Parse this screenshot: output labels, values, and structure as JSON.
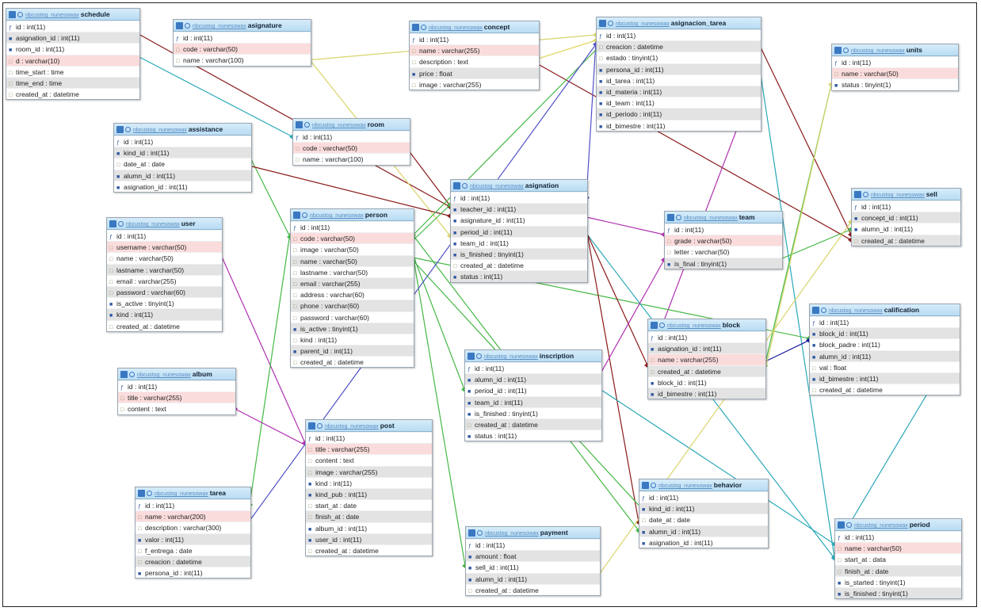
{
  "db_prefix": "nbcustog_nunesowax",
  "tables": [
    {
      "id": "schedule",
      "name": "schedule",
      "fields": [
        {
          "t": "id : int(11)",
          "k": "key",
          "s": 0
        },
        {
          "t": "asignation_id : int(11)",
          "k": "idx",
          "s": 1
        },
        {
          "t": "room_id : int(11)",
          "k": "idx",
          "s": 0
        },
        {
          "t": "d : varchar(10)",
          "k": "",
          "s": 2
        },
        {
          "t": "time_start : time",
          "k": "",
          "s": 0
        },
        {
          "t": "time_end : time",
          "k": "",
          "s": 1
        },
        {
          "t": "created_at : datetime",
          "k": "",
          "s": 0
        }
      ]
    },
    {
      "id": "asignature",
      "name": "asignature",
      "fields": [
        {
          "t": "id : int(11)",
          "k": "key",
          "s": 0
        },
        {
          "t": "code : varchar(50)",
          "k": "",
          "s": 2
        },
        {
          "t": "name : varchar(100)",
          "k": "",
          "s": 0
        }
      ]
    },
    {
      "id": "concept",
      "name": "concept",
      "fields": [
        {
          "t": "id : int(11)",
          "k": "key",
          "s": 0
        },
        {
          "t": "name : varchar(255)",
          "k": "",
          "s": 2
        },
        {
          "t": "description : text",
          "k": "",
          "s": 0
        },
        {
          "t": "price : float",
          "k": "idx",
          "s": 1
        },
        {
          "t": "image : varchar(255)",
          "k": "",
          "s": 0
        }
      ]
    },
    {
      "id": "asignacion_tarea",
      "name": "asignacion_tarea",
      "fields": [
        {
          "t": "id : int(11)",
          "k": "key",
          "s": 0
        },
        {
          "t": "creacion : datetime",
          "k": "",
          "s": 1
        },
        {
          "t": "estado : tinyint(1)",
          "k": "",
          "s": 0
        },
        {
          "t": "persona_id : int(11)",
          "k": "idx",
          "s": 1
        },
        {
          "t": "id_tarea : int(11)",
          "k": "idx",
          "s": 0
        },
        {
          "t": "id_materia : int(11)",
          "k": "idx",
          "s": 1
        },
        {
          "t": "id_team : int(11)",
          "k": "idx",
          "s": 0
        },
        {
          "t": "id_periodo : int(11)",
          "k": "idx",
          "s": 1
        },
        {
          "t": "id_bimestre : int(11)",
          "k": "idx",
          "s": 0
        }
      ]
    },
    {
      "id": "units",
      "name": "units",
      "fields": [
        {
          "t": "id : int(11)",
          "k": "key",
          "s": 0
        },
        {
          "t": "name : varchar(50)",
          "k": "",
          "s": 2
        },
        {
          "t": "status : tinyint(1)",
          "k": "idx",
          "s": 0
        }
      ]
    },
    {
      "id": "assistance",
      "name": "assistance",
      "fields": [
        {
          "t": "id : int(11)",
          "k": "key",
          "s": 0
        },
        {
          "t": "kind_id : int(11)",
          "k": "idx",
          "s": 1
        },
        {
          "t": "date_at : date",
          "k": "",
          "s": 0
        },
        {
          "t": "alumn_id : int(11)",
          "k": "idx",
          "s": 1
        },
        {
          "t": "asignation_id : int(11)",
          "k": "idx",
          "s": 0
        }
      ]
    },
    {
      "id": "room",
      "name": "room",
      "fields": [
        {
          "t": "id : int(11)",
          "k": "key",
          "s": 0
        },
        {
          "t": "code : varchar(50)",
          "k": "",
          "s": 2
        },
        {
          "t": "name : varchar(100)",
          "k": "",
          "s": 0
        }
      ]
    },
    {
      "id": "asignation",
      "name": "asignation",
      "fields": [
        {
          "t": "id : int(11)",
          "k": "key",
          "s": 0
        },
        {
          "t": "teacher_id : int(11)",
          "k": "idx",
          "s": 1
        },
        {
          "t": "asignature_id : int(11)",
          "k": "idx",
          "s": 0
        },
        {
          "t": "period_id : int(11)",
          "k": "idx",
          "s": 1
        },
        {
          "t": "team_id : int(11)",
          "k": "idx",
          "s": 0
        },
        {
          "t": "is_finished : tinyint(1)",
          "k": "idx",
          "s": 1
        },
        {
          "t": "created_at : datetime",
          "k": "",
          "s": 0
        },
        {
          "t": "status : int(11)",
          "k": "idx",
          "s": 1
        }
      ]
    },
    {
      "id": "sell",
      "name": "sell",
      "fields": [
        {
          "t": "id : int(11)",
          "k": "key",
          "s": 0
        },
        {
          "t": "concept_id : int(11)",
          "k": "idx",
          "s": 1
        },
        {
          "t": "alumn_id : int(11)",
          "k": "idx",
          "s": 0
        },
        {
          "t": "created_at : datetime",
          "k": "",
          "s": 1
        }
      ]
    },
    {
      "id": "user",
      "name": "user",
      "fields": [
        {
          "t": "id : int(11)",
          "k": "key",
          "s": 0
        },
        {
          "t": "username : varchar(50)",
          "k": "",
          "s": 2
        },
        {
          "t": "name : varchar(50)",
          "k": "",
          "s": 0
        },
        {
          "t": "lastname : varchar(50)",
          "k": "",
          "s": 1
        },
        {
          "t": "email : varchar(255)",
          "k": "",
          "s": 0
        },
        {
          "t": "password : varchar(60)",
          "k": "",
          "s": 1
        },
        {
          "t": "is_active : tinyint(1)",
          "k": "idx",
          "s": 0
        },
        {
          "t": "kind : int(11)",
          "k": "idx",
          "s": 1
        },
        {
          "t": "created_at : datetime",
          "k": "",
          "s": 0
        }
      ]
    },
    {
      "id": "person",
      "name": "person",
      "fields": [
        {
          "t": "id : int(11)",
          "k": "key",
          "s": 0
        },
        {
          "t": "code : varchar(50)",
          "k": "",
          "s": 2
        },
        {
          "t": "image : varchar(50)",
          "k": "",
          "s": 0
        },
        {
          "t": "name : varchar(50)",
          "k": "",
          "s": 1
        },
        {
          "t": "lastname : varchar(50)",
          "k": "",
          "s": 0
        },
        {
          "t": "email : varchar(255)",
          "k": "",
          "s": 1
        },
        {
          "t": "address : varchar(60)",
          "k": "",
          "s": 0
        },
        {
          "t": "phone : varchar(60)",
          "k": "",
          "s": 1
        },
        {
          "t": "password : varchar(60)",
          "k": "",
          "s": 0
        },
        {
          "t": "is_active : tinyint(1)",
          "k": "idx",
          "s": 1
        },
        {
          "t": "kind : int(11)",
          "k": "",
          "s": 0
        },
        {
          "t": "parent_id : int(11)",
          "k": "idx",
          "s": 1
        },
        {
          "t": "created_at : datetime",
          "k": "",
          "s": 0
        }
      ]
    },
    {
      "id": "team",
      "name": "team",
      "fields": [
        {
          "t": "id : int(11)",
          "k": "key",
          "s": 0
        },
        {
          "t": "grade : varchar(50)",
          "k": "",
          "s": 2
        },
        {
          "t": "letter : varchar(50)",
          "k": "",
          "s": 0
        },
        {
          "t": "is_final : tinyint(1)",
          "k": "idx",
          "s": 1
        }
      ]
    },
    {
      "id": "calification",
      "name": "calification",
      "fields": [
        {
          "t": "id : int(11)",
          "k": "key",
          "s": 0
        },
        {
          "t": "block_id : int(11)",
          "k": "idx",
          "s": 1
        },
        {
          "t": "block_padre : int(11)",
          "k": "idx",
          "s": 0
        },
        {
          "t": "alumn_id : int(11)",
          "k": "idx",
          "s": 1
        },
        {
          "t": "val : float",
          "k": "",
          "s": 0
        },
        {
          "t": "id_bimestre : int(11)",
          "k": "idx",
          "s": 1
        },
        {
          "t": "created_at : datetime",
          "k": "",
          "s": 0
        }
      ]
    },
    {
      "id": "album",
      "name": "album",
      "fields": [
        {
          "t": "id : int(11)",
          "k": "key",
          "s": 0
        },
        {
          "t": "title : varchar(255)",
          "k": "",
          "s": 2
        },
        {
          "t": "content : text",
          "k": "",
          "s": 0
        }
      ]
    },
    {
      "id": "inscription",
      "name": "inscription",
      "fields": [
        {
          "t": "id : int(11)",
          "k": "key",
          "s": 0
        },
        {
          "t": "alumn_id : int(11)",
          "k": "idx",
          "s": 1
        },
        {
          "t": "period_id : int(11)",
          "k": "idx",
          "s": 0
        },
        {
          "t": "team_id : int(11)",
          "k": "idx",
          "s": 1
        },
        {
          "t": "is_finished : tinyint(1)",
          "k": "idx",
          "s": 0
        },
        {
          "t": "created_at : datetime",
          "k": "",
          "s": 1
        },
        {
          "t": "status : int(11)",
          "k": "idx",
          "s": 0
        }
      ]
    },
    {
      "id": "block",
      "name": "block",
      "fields": [
        {
          "t": "id : int(11)",
          "k": "key",
          "s": 0
        },
        {
          "t": "asignation_id : int(11)",
          "k": "idx",
          "s": 1
        },
        {
          "t": "name : varchar(255)",
          "k": "",
          "s": 2
        },
        {
          "t": "created_at : datetime",
          "k": "",
          "s": 1
        },
        {
          "t": "block_id : int(11)",
          "k": "idx",
          "s": 0
        },
        {
          "t": "id_bimestre : int(11)",
          "k": "idx",
          "s": 1
        }
      ]
    },
    {
      "id": "post",
      "name": "post",
      "fields": [
        {
          "t": "id : int(11)",
          "k": "key",
          "s": 0
        },
        {
          "t": "title : varchar(255)",
          "k": "",
          "s": 2
        },
        {
          "t": "content : text",
          "k": "",
          "s": 0
        },
        {
          "t": "image : varchar(255)",
          "k": "",
          "s": 1
        },
        {
          "t": "kind : int(11)",
          "k": "idx",
          "s": 0
        },
        {
          "t": "kind_pub : int(11)",
          "k": "idx",
          "s": 1
        },
        {
          "t": "start_at : date",
          "k": "",
          "s": 0
        },
        {
          "t": "finish_at : date",
          "k": "",
          "s": 1
        },
        {
          "t": "album_id : int(11)",
          "k": "idx",
          "s": 0
        },
        {
          "t": "user_id : int(11)",
          "k": "idx",
          "s": 1
        },
        {
          "t": "created_at : datetime",
          "k": "",
          "s": 0
        }
      ]
    },
    {
      "id": "tarea",
      "name": "tarea",
      "fields": [
        {
          "t": "id : int(11)",
          "k": "key",
          "s": 0
        },
        {
          "t": "name : varchar(200)",
          "k": "",
          "s": 2
        },
        {
          "t": "description : varchar(300)",
          "k": "",
          "s": 0
        },
        {
          "t": "valor : int(11)",
          "k": "idx",
          "s": 1
        },
        {
          "t": "f_entrega : date",
          "k": "",
          "s": 0
        },
        {
          "t": "creacion : datetime",
          "k": "",
          "s": 1
        },
        {
          "t": "persona_id : int(11)",
          "k": "idx",
          "s": 0
        }
      ]
    },
    {
      "id": "behavior",
      "name": "behavior",
      "fields": [
        {
          "t": "id : int(11)",
          "k": "key",
          "s": 0
        },
        {
          "t": "kind_id : int(11)",
          "k": "idx",
          "s": 1
        },
        {
          "t": "date_at : date",
          "k": "",
          "s": 0
        },
        {
          "t": "alumn_id : int(11)",
          "k": "idx",
          "s": 1
        },
        {
          "t": "asignation_id : int(11)",
          "k": "idx",
          "s": 0
        }
      ]
    },
    {
      "id": "payment",
      "name": "payment",
      "fields": [
        {
          "t": "id : int(11)",
          "k": "key",
          "s": 0
        },
        {
          "t": "amount : float",
          "k": "idx",
          "s": 1
        },
        {
          "t": "sell_id : int(11)",
          "k": "idx",
          "s": 0
        },
        {
          "t": "alumn_id : int(11)",
          "k": "idx",
          "s": 1
        },
        {
          "t": "created_at : datetime",
          "k": "",
          "s": 0
        }
      ]
    },
    {
      "id": "period",
      "name": "period",
      "fields": [
        {
          "t": "id : int(11)",
          "k": "key",
          "s": 0
        },
        {
          "t": "name : varchar(50)",
          "k": "",
          "s": 2
        },
        {
          "t": "start_at : data",
          "k": "",
          "s": 0
        },
        {
          "t": "finish_at : date",
          "k": "",
          "s": 1
        },
        {
          "t": "is_started : tinyint(1)",
          "k": "idx",
          "s": 0
        },
        {
          "t": "is_finished : tinyint(1)",
          "k": "idx",
          "s": 1
        }
      ]
    }
  ],
  "relations": [
    {
      "from": "schedule",
      "to": "asignation",
      "color": "#8b1a1a"
    },
    {
      "from": "schedule",
      "to": "room",
      "color": "#2aa8b8"
    },
    {
      "from": "asignature",
      "to": "asignation",
      "color": "#d9d46a"
    },
    {
      "from": "asignature",
      "to": "asignacion_tarea",
      "color": "#d9d46a"
    },
    {
      "from": "concept",
      "to": "sell",
      "color": "#8b1a1a"
    },
    {
      "from": "concept",
      "to": "asignacion_tarea",
      "color": "#e0d860"
    },
    {
      "from": "assistance",
      "to": "person",
      "color": "#44b844"
    },
    {
      "from": "assistance",
      "to": "asignation",
      "color": "#8b1a1a"
    },
    {
      "from": "room",
      "to": "asignation",
      "color": "#8b1a1a"
    },
    {
      "from": "asignacion_tarea",
      "to": "sell",
      "color": "#8b1a1a"
    },
    {
      "from": "asignacion_tarea",
      "to": "asignation",
      "color": "#5050c8"
    },
    {
      "from": "asignacion_tarea",
      "to": "person",
      "color": "#44b844"
    },
    {
      "from": "asignacion_tarea",
      "to": "period",
      "color": "#2aa8b8"
    },
    {
      "from": "asignacion_tarea",
      "to": "block",
      "color": "#b030b0"
    },
    {
      "from": "units",
      "to": "block",
      "color": "#44b844"
    },
    {
      "from": "user",
      "to": "post",
      "color": "#b030b0"
    },
    {
      "from": "person",
      "to": "asignation",
      "color": "#44b844"
    },
    {
      "from": "person",
      "to": "inscription",
      "color": "#44b844"
    },
    {
      "from": "person",
      "to": "payment",
      "color": "#44b844"
    },
    {
      "from": "person",
      "to": "behavior",
      "color": "#44b844"
    },
    {
      "from": "person",
      "to": "calification",
      "color": "#44b844"
    },
    {
      "from": "person",
      "to": "tarea",
      "color": "#44b844"
    },
    {
      "from": "asignation",
      "to": "team",
      "color": "#b030b0"
    },
    {
      "from": "asignation",
      "to": "period",
      "color": "#2aa8b8"
    },
    {
      "from": "asignation",
      "to": "block",
      "color": "#8b1a1a"
    },
    {
      "from": "asignation",
      "to": "behavior",
      "color": "#8b1a1a"
    },
    {
      "from": "inscription",
      "to": "team",
      "color": "#b030b0"
    },
    {
      "from": "inscription",
      "to": "period",
      "color": "#2aa8b8"
    },
    {
      "from": "team",
      "to": "sell",
      "color": "#44b844"
    },
    {
      "from": "block",
      "to": "calification",
      "color": "#1a1aa0"
    },
    {
      "from": "block",
      "to": "units",
      "color": "#d9d46a"
    },
    {
      "from": "post",
      "to": "album",
      "color": "#b030b0"
    },
    {
      "from": "tarea",
      "to": "asignacion_tarea",
      "color": "#5050c8"
    },
    {
      "from": "payment",
      "to": "sell",
      "color": "#d9d46a"
    },
    {
      "from": "behavior",
      "to": "person",
      "color": "#44b844"
    },
    {
      "from": "calification",
      "to": "period",
      "color": "#2aa8b8"
    }
  ]
}
